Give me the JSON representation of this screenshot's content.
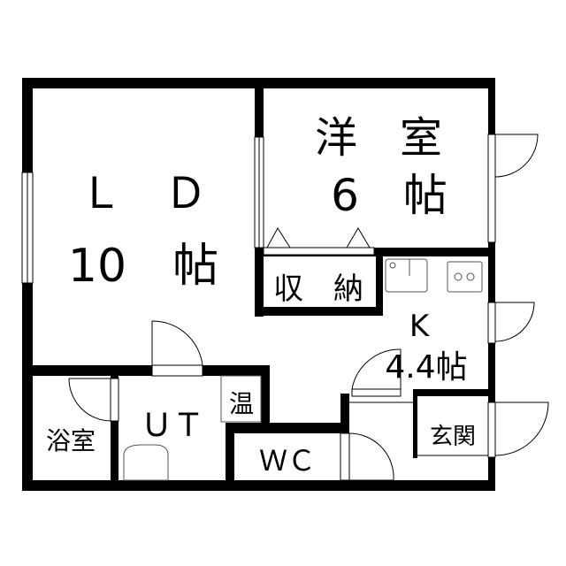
{
  "rooms": {
    "ld": {
      "line1": "Ｌ　Ｄ",
      "line2": "10　帖"
    },
    "western": {
      "line1": "洋　室",
      "line2": "6　帖"
    },
    "storage": {
      "label": "収　納"
    },
    "kitchen": {
      "line1": "K",
      "line2": "4.4帖"
    },
    "entrance": {
      "label": "玄関"
    },
    "toilet": {
      "label": "ＷＣ"
    },
    "utility": {
      "label": "ＵＴ"
    },
    "water_heater": {
      "label": "温"
    },
    "bathroom": {
      "label": "浴室"
    }
  },
  "colors": {
    "wall": "#000000",
    "background": "#ffffff"
  }
}
